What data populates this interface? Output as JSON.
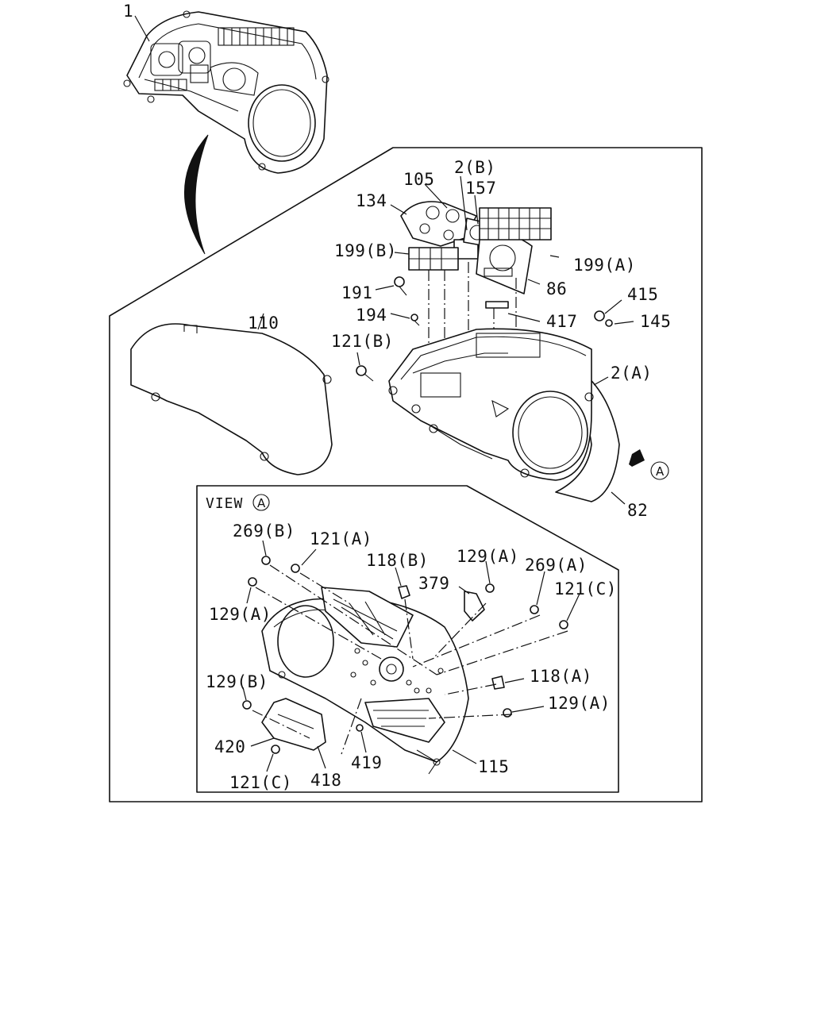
{
  "labels": {
    "p1": "1",
    "p2b": "2(B)",
    "p105": "105",
    "p157": "157",
    "p134": "134",
    "p199b": "199(B)",
    "p199a": "199(A)",
    "p86": "86",
    "p191": "191",
    "p194": "194",
    "p417": "417",
    "p415": "415",
    "p145": "145",
    "p110": "110",
    "p121b": "121(B)",
    "p2a": "2(A)",
    "p82": "82",
    "pA": "A",
    "p269b": "269(B)",
    "p121a": "121(A)",
    "p118b": "118(B)",
    "p129a_1": "129(A)",
    "p379": "379",
    "p269a": "269(A)",
    "p121c_1": "121(C)",
    "p129a_2": "129(A)",
    "p118a": "118(A)",
    "p129b": "129(B)",
    "p129a_3": "129(A)",
    "p420": "420",
    "p418": "418",
    "p419": "419",
    "p115": "115",
    "p121c_2": "121(C)"
  },
  "view": {
    "title": "VIEW",
    "marker": "A"
  }
}
